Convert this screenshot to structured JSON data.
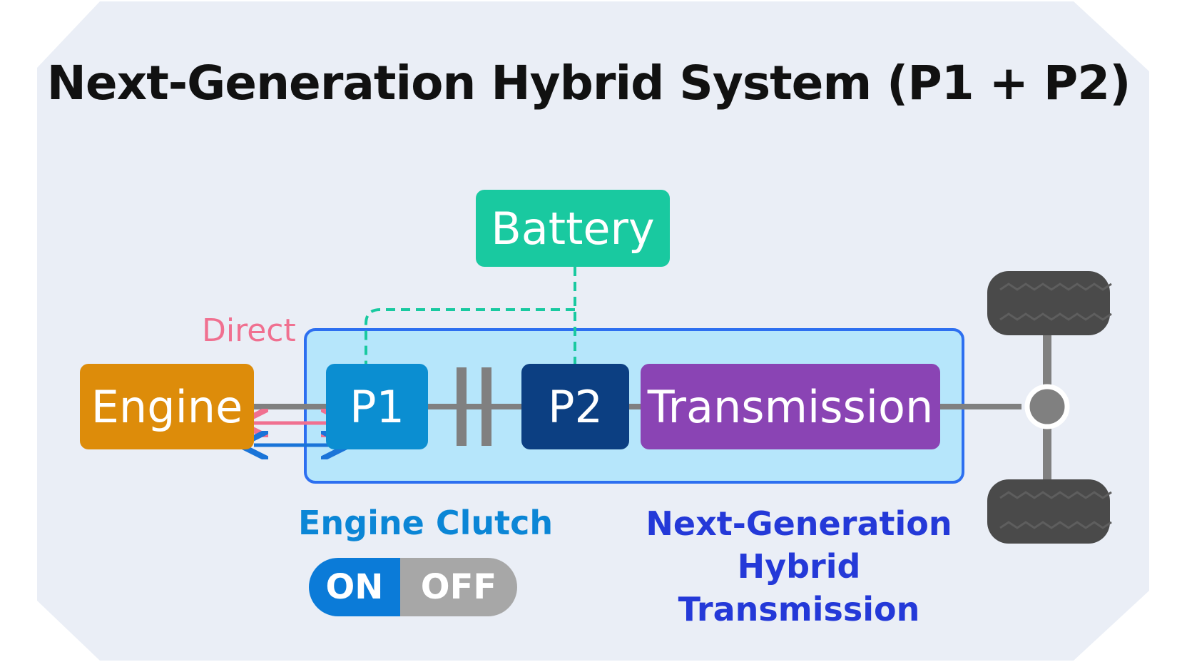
{
  "title": "Next-Generation Hybrid System (P1 + P2)",
  "components": {
    "battery": "Battery",
    "engine": "Engine",
    "p1": "P1",
    "p2": "P2",
    "transmission": "Transmission"
  },
  "labels": {
    "direct": "Direct",
    "engine_clutch": "Engine Clutch",
    "transmission_line1": "Next-Generation",
    "transmission_line2": "Hybrid Transmission"
  },
  "toggle": {
    "on": "ON",
    "off": "OFF",
    "state": "ON"
  },
  "colors": {
    "battery": "#19c9a0",
    "engine": "#dd8c0a",
    "p1": "#0b8ed1",
    "p2": "#0c3f82",
    "transmission": "#8a44b4",
    "module_fill": "#b6e6fb",
    "module_border": "#2d6ff0",
    "direct_pink": "#f07090",
    "direct_blue": "#1a74d8",
    "shaft": "#808080",
    "tire": "#4a4a4a"
  }
}
